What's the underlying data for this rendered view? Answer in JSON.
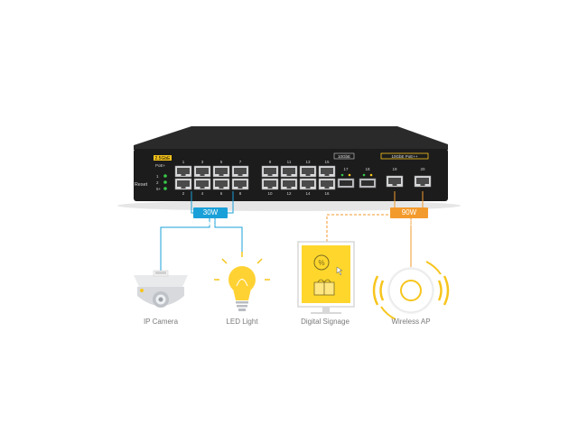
{
  "switch": {
    "group_label_25g": "2.5GbE",
    "poe_legend": "PoE+",
    "group_label_10g": "10GbE",
    "group_label_poe": "10GbE PoE++",
    "reset_label": "Reset",
    "led_labels": [
      "1",
      "2",
      "5+"
    ],
    "top_port_numbers": [
      "1",
      "3",
      "5",
      "7",
      "9",
      "11",
      "13",
      "15"
    ],
    "bottom_port_numbers": [
      "2",
      "4",
      "6",
      "8",
      "10",
      "12",
      "14",
      "16"
    ],
    "sfp_port_numbers": [
      "17",
      "18"
    ],
    "poe_port_numbers": [
      "19",
      "20"
    ]
  },
  "tags": {
    "poe_30w": "30W PoE+",
    "poe_90w": "90W PoE++"
  },
  "devices": [
    {
      "label": "IP Camera",
      "icon": "ip-camera-icon"
    },
    {
      "label": "LED Light",
      "icon": "led-bulb-icon"
    },
    {
      "label": "Digital Signage",
      "icon": "digital-signage-icon"
    },
    {
      "label": "Wireless AP",
      "icon": "wireless-ap-icon"
    }
  ],
  "colors": {
    "blue_line": "#1aa0d8",
    "orange_line": "#f39a2c",
    "yellow": "#f7c51c",
    "switch_body": "#1c1c1c"
  }
}
